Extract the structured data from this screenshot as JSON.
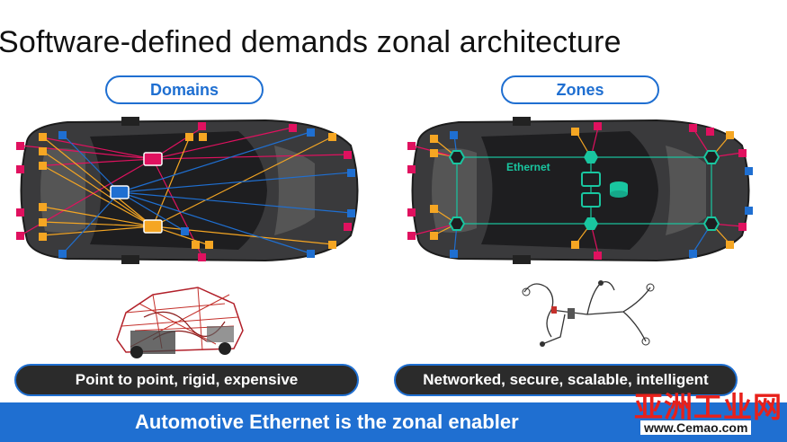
{
  "title": "Software-defined demands zonal architecture",
  "left_panel": {
    "label": "Domains",
    "caption": "Point to point, rigid, expensive"
  },
  "right_panel": {
    "label": "Zones",
    "network_label": "Ethernet",
    "caption": "Networked, secure, scalable, intelligent"
  },
  "banner": "Automotive Ethernet is the zonal enabler",
  "watermark": {
    "text": "亚洲工业网",
    "url": "www.Cemao.com"
  },
  "colors": {
    "accent_blue": "#1f6fd1",
    "ecu_red": "#e0115f",
    "ecu_orange": "#f5a623",
    "ecu_blue": "#1f6fd1",
    "zone_teal": "#19c6a0",
    "car_body": "#3a3a3c"
  }
}
